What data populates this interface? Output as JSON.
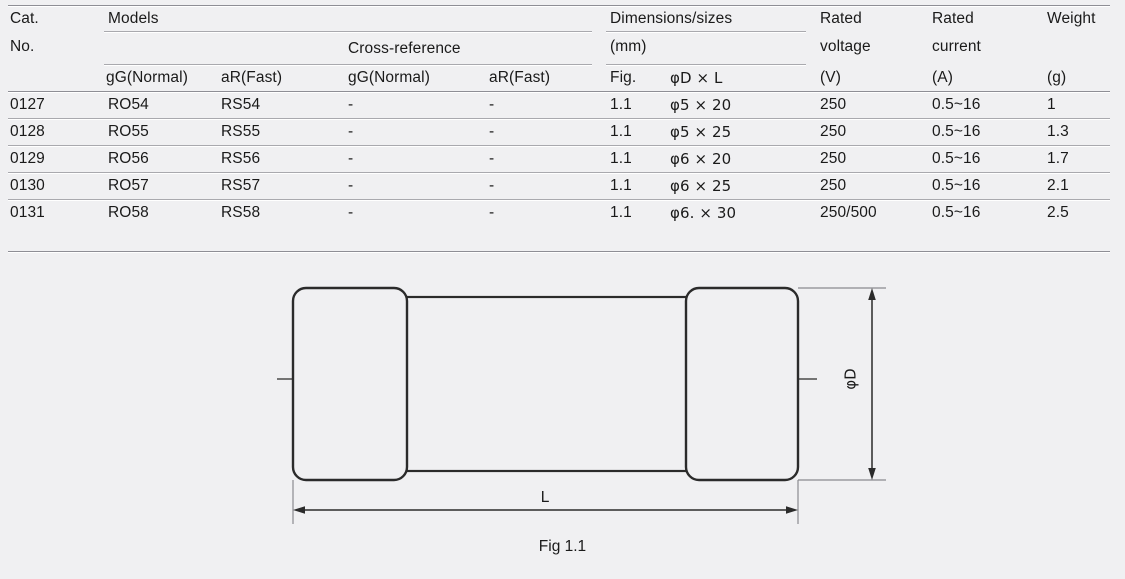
{
  "table": {
    "header": {
      "cat_no_line1": "Cat.",
      "cat_no_line2": "No.",
      "models_group": "Models",
      "cross_reference_group": "Cross-reference",
      "models_gg": "gG(Normal)",
      "models_ar": "aR(Fast)",
      "xref_gg": "gG(Normal)",
      "xref_ar": "aR(Fast)",
      "dimensions_line1": "Dimensions/sizes",
      "dimensions_line2": "(mm)",
      "fig": "Fig.",
      "phi_d_l": "φD × L",
      "rated_voltage_line1": "Rated",
      "rated_voltage_line2": "voltage",
      "rated_voltage_unit": "(V)",
      "rated_current_line1": "Rated",
      "rated_current_line2": "current",
      "rated_current_unit": "(A)",
      "weight_line1": "Weight",
      "weight_unit": "(g)"
    },
    "rows": [
      {
        "cat_no": "0127",
        "models_gg": "RO54",
        "models_ar": "RS54",
        "xref_gg": "-",
        "xref_ar": "-",
        "fig": "1.1",
        "size": "φ5 × 20",
        "rated_voltage": "250",
        "rated_current": "0.5~16",
        "weight": "1"
      },
      {
        "cat_no": "0128",
        "models_gg": "RO55",
        "models_ar": "RS55",
        "xref_gg": "-",
        "xref_ar": "-",
        "fig": "1.1",
        "size": "φ5 × 25",
        "rated_voltage": "250",
        "rated_current": "0.5~16",
        "weight": "1.3"
      },
      {
        "cat_no": "0129",
        "models_gg": "RO56",
        "models_ar": "RS56",
        "xref_gg": "-",
        "xref_ar": "-",
        "fig": "1.1",
        "size": "φ6 × 20",
        "rated_voltage": "250",
        "rated_current": "0.5~16",
        "weight": "1.7"
      },
      {
        "cat_no": "0130",
        "models_gg": "RO57",
        "models_ar": "RS57",
        "xref_gg": "-",
        "xref_ar": "-",
        "fig": "1.1",
        "size": "φ6 × 25",
        "rated_voltage": "250",
        "rated_current": "0.5~16",
        "weight": "2.1"
      },
      {
        "cat_no": "0131",
        "models_gg": "RO58",
        "models_ar": "RS58",
        "xref_gg": "-",
        "xref_ar": "-",
        "fig": "1.1",
        "size": "φ6. × 30",
        "rated_voltage": "250/500",
        "rated_current": "0.5~16",
        "weight": "2.5"
      }
    ]
  },
  "drawing": {
    "caption": "Fig 1.1",
    "length_label": "L",
    "diameter_label": "φD"
  },
  "colors": {
    "page_background": "#f0f0f2",
    "text": "#1a1a1a",
    "rule": "#a9a9ae",
    "outline": "#2b2b2b",
    "dimension_line": "#4a4a4a"
  }
}
